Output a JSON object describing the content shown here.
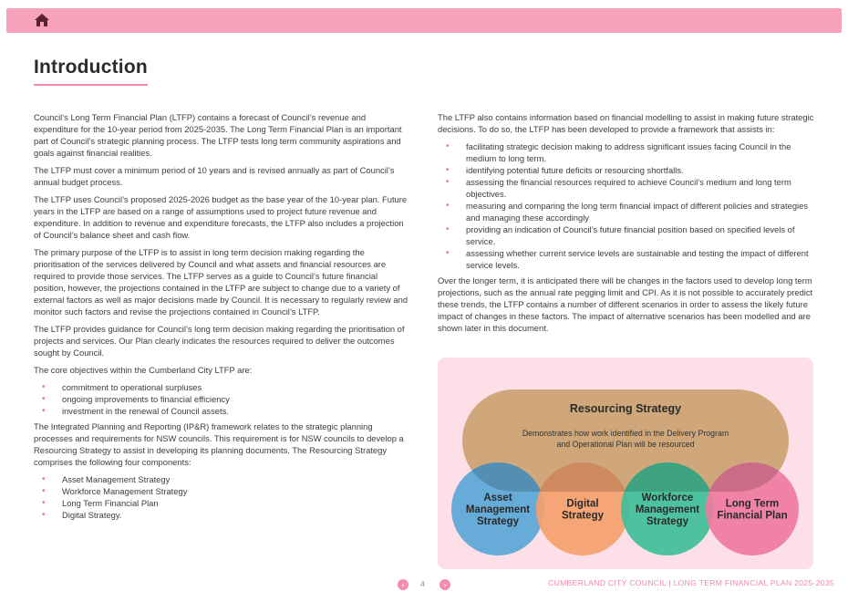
{
  "header": {
    "home_icon": "home-icon"
  },
  "page_title": "Introduction",
  "left_column": {
    "paragraphs": [
      "Council’s Long Term Financial Plan (LTFP) contains a forecast of Council’s revenue and expenditure for the 10-year period from 2025-2035. The Long Term Financial Plan is an important part of Council’s strategic planning process. The LTFP tests long term community aspirations and goals against financial realities.",
      "The LTFP must cover a minimum period of 10 years and is revised annually as part of Council’s annual budget process.",
      "The LTFP uses Council’s proposed 2025-2026 budget as the base year of the 10-year plan. Future years in the LTFP are based on a range of assumptions used to project future revenue and expenditure. In addition to revenue and expenditure forecasts, the LTFP also includes a projection of Council’s balance sheet and cash flow.",
      "The primary purpose of the LTFP is to assist in long term decision making regarding the prioritisation of the services delivered by Council and what assets and financial resources are required to provide those services. The LTFP serves as a guide to Council’s future financial position, however, the projections contained in the LTFP are subject to change due to a variety of external factors as well as major decisions made by Council. It is necessary to regularly review and monitor such factors and revise the projections contained in Council’s LTFP.",
      "The LTFP provides guidance for Council’s long term decision making regarding the prioritisation of projects and services. Our Plan clearly indicates the resources required to deliver the outcomes sought by Council.",
      "The core objectives within the Cumberland City LTFP are:"
    ],
    "objectives": [
      "commitment to operational surpluses",
      "ongoing improvements to financial efficiency",
      "investment in the renewal of Council assets."
    ],
    "ipr_paragraph": "The Integrated Planning and Reporting (IP&R) framework relates to the strategic planning processes and requirements for NSW councils. This requirement is for NSW councils to develop a Resourcing Strategy to assist in developing its planning documents. The Resourcing Strategy comprises the following four components:",
    "components": [
      "Asset Management Strategy",
      "Workforce Management Strategy",
      "Long Term Financial Plan",
      "Digital Strategy."
    ]
  },
  "right_column": {
    "intro": "The LTFP also contains information based on financial modelling to assist in making future strategic decisions. To do so, the LTFP has been developed to provide a framework that assists in:",
    "assists": [
      "facilitating strategic decision making to address significant issues facing Council in the medium to long term.",
      "identifying potential future deficits or resourcing shortfalls.",
      "assessing the financial resources required to achieve Council’s medium and long term objectives.",
      "measuring and comparing the long term financial impact of different policies and strategies and managing these accordingly",
      "providing an indication of Council’s future financial position based on specified levels of service.",
      "assessing whether current service levels are sustainable and testing the impact of different service levels."
    ],
    "closing": "Over the longer term, it is anticipated there will be changes in the factors used to develop long term projections, such as the annual rate pegging limit and CPI. As it is not possible to accurately predict these trends, the LTFP contains a number of different scenarios in order to assess the likely future impact of changes in these factors. The impact of alternative scenarios has been modelled and are shown later in this document."
  },
  "diagram": {
    "title": "Resourcing Strategy",
    "subtitle_line1": "Demonstrates how work identified in the Delivery Program",
    "subtitle_line2": "and Operational Plan will be resourced",
    "circles": [
      {
        "lines": [
          "Asset",
          "Management",
          "Strategy"
        ],
        "color": "#5aa6d8"
      },
      {
        "lines": [
          "Digital",
          "Strategy"
        ],
        "color": "#f4a06c"
      },
      {
        "lines": [
          "Workforce",
          "Management",
          "Strategy"
        ],
        "color": "#3fbf98"
      },
      {
        "lines": [
          "Long Term",
          "Financial Plan"
        ],
        "color": "#ef7ba0"
      }
    ],
    "top_color": "#cfa77a"
  },
  "footer": {
    "page_number": "4",
    "prev_glyph": "‹",
    "next_glyph": "›",
    "text": "CUMBERLAND CITY COUNCIL  |  LONG TERM FINANCIAL PLAN 2025-2035"
  }
}
